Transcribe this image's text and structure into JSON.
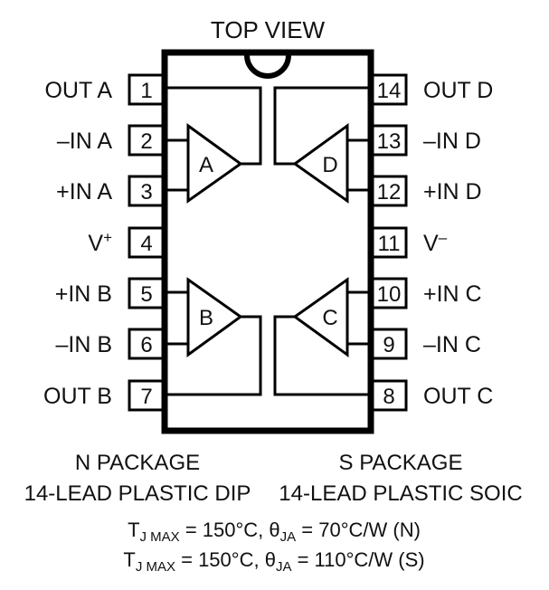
{
  "title": "TOP VIEW",
  "pins_left": [
    {
      "number": "1",
      "label": "OUT A"
    },
    {
      "number": "2",
      "label": "–IN A"
    },
    {
      "number": "3",
      "label": "+IN A"
    },
    {
      "number": "4",
      "label": "V",
      "sup": "+"
    },
    {
      "number": "5",
      "label": "+IN B"
    },
    {
      "number": "6",
      "label": "–IN B"
    },
    {
      "number": "7",
      "label": "OUT B"
    }
  ],
  "pins_right": [
    {
      "number": "14",
      "label": "OUT D"
    },
    {
      "number": "13",
      "label": "–IN D"
    },
    {
      "number": "12",
      "label": "+IN D"
    },
    {
      "number": "11",
      "label": "V",
      "sup": "–"
    },
    {
      "number": "10",
      "label": "+IN C"
    },
    {
      "number": "9",
      "label": "–IN C"
    },
    {
      "number": "8",
      "label": "OUT C"
    }
  ],
  "amplifiers": [
    "A",
    "B",
    "C",
    "D"
  ],
  "packages": [
    {
      "name": "N PACKAGE",
      "desc": "14-LEAD PLASTIC DIP"
    },
    {
      "name": "S PACKAGE",
      "desc": "14-LEAD PLASTIC SOIC"
    }
  ],
  "thermal_notes": [
    {
      "t_label": "T",
      "t_sub": "J MAX",
      "t_value": " = 150°C, ",
      "theta": "θ",
      "theta_sub": "JA",
      "theta_value": " = 70°C/W (N)"
    },
    {
      "t_label": "T",
      "t_sub": "J MAX",
      "t_value": " = 150°C, ",
      "theta": "θ",
      "theta_sub": "JA",
      "theta_value": " = 110°C/W (S)"
    }
  ]
}
